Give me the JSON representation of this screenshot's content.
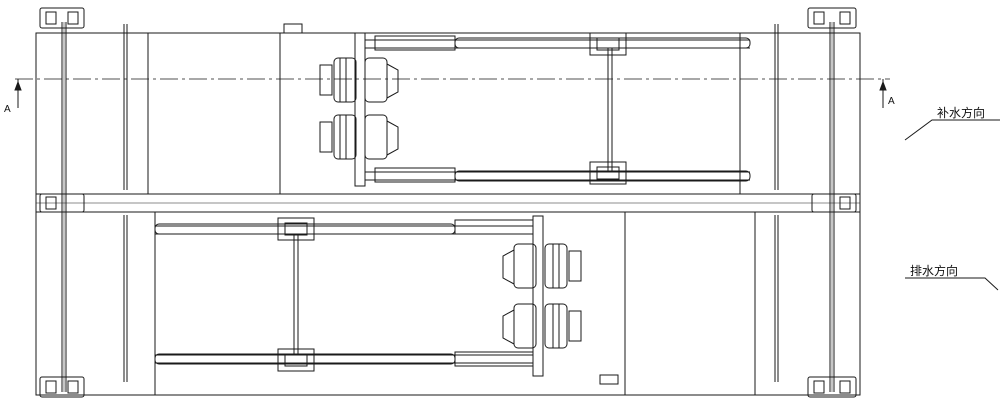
{
  "labels": {
    "section_marker_left": "A",
    "section_marker_right": "A",
    "inflow_direction": "补水方向",
    "outflow_direction": "排水方向"
  },
  "colors": {
    "line": "#1a1a1a",
    "fill": "#ffffff"
  }
}
